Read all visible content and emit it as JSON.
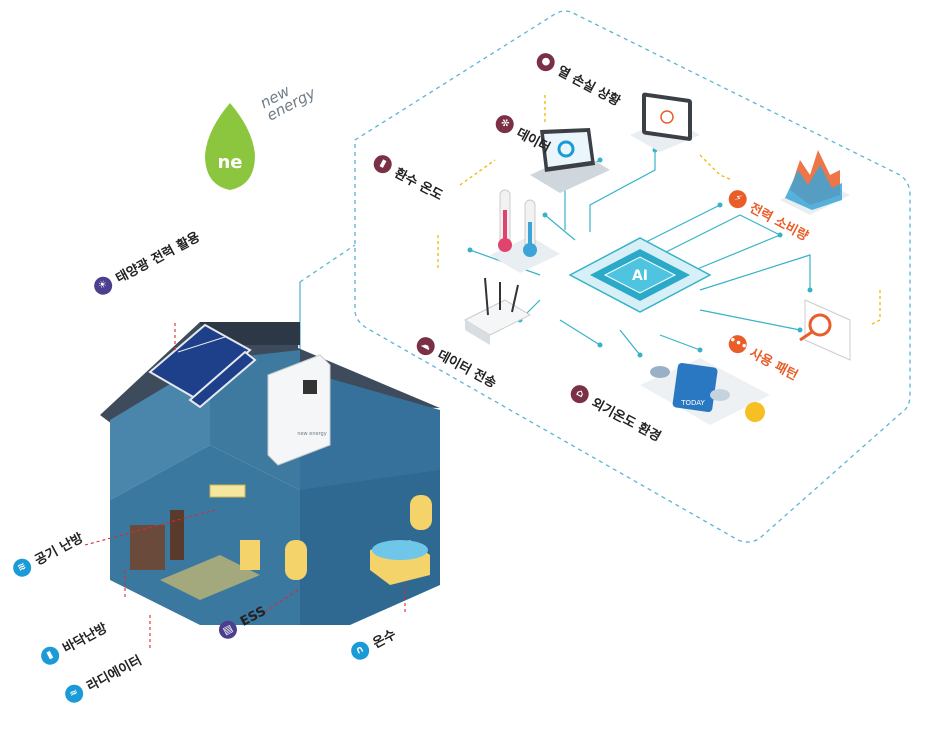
{
  "logo": {
    "line1": "new",
    "line2": "energy",
    "mark": "ne"
  },
  "inverter_logo": "new energy",
  "ai_chip_label": "AI",
  "weather_card_label": "TODAY",
  "labels": {
    "heat_loss": "열 손실 상황",
    "data": "데이터",
    "return_temp": "환수 온도",
    "power_consumption": "전력 소비량",
    "data_transfer": "데이터 전송",
    "usage_pattern": "사용 패턴",
    "outdoor_temp": "외기온도 환경",
    "solar_power": "태양광 전력 활용",
    "air_heating": "공기 난방",
    "floor_heating": "바닥난방",
    "radiator": "라디에이터",
    "ess": "ESS",
    "hot_water": "온수"
  },
  "colors": {
    "accent_orange": "#ea5d28",
    "dark_label_icon": "#7a3045",
    "blue_label_icon": "#1a9ad6",
    "house_blue": "#2e5f82",
    "circuit_teal": "#36b3c7",
    "logo_green": "#8cc63f"
  }
}
